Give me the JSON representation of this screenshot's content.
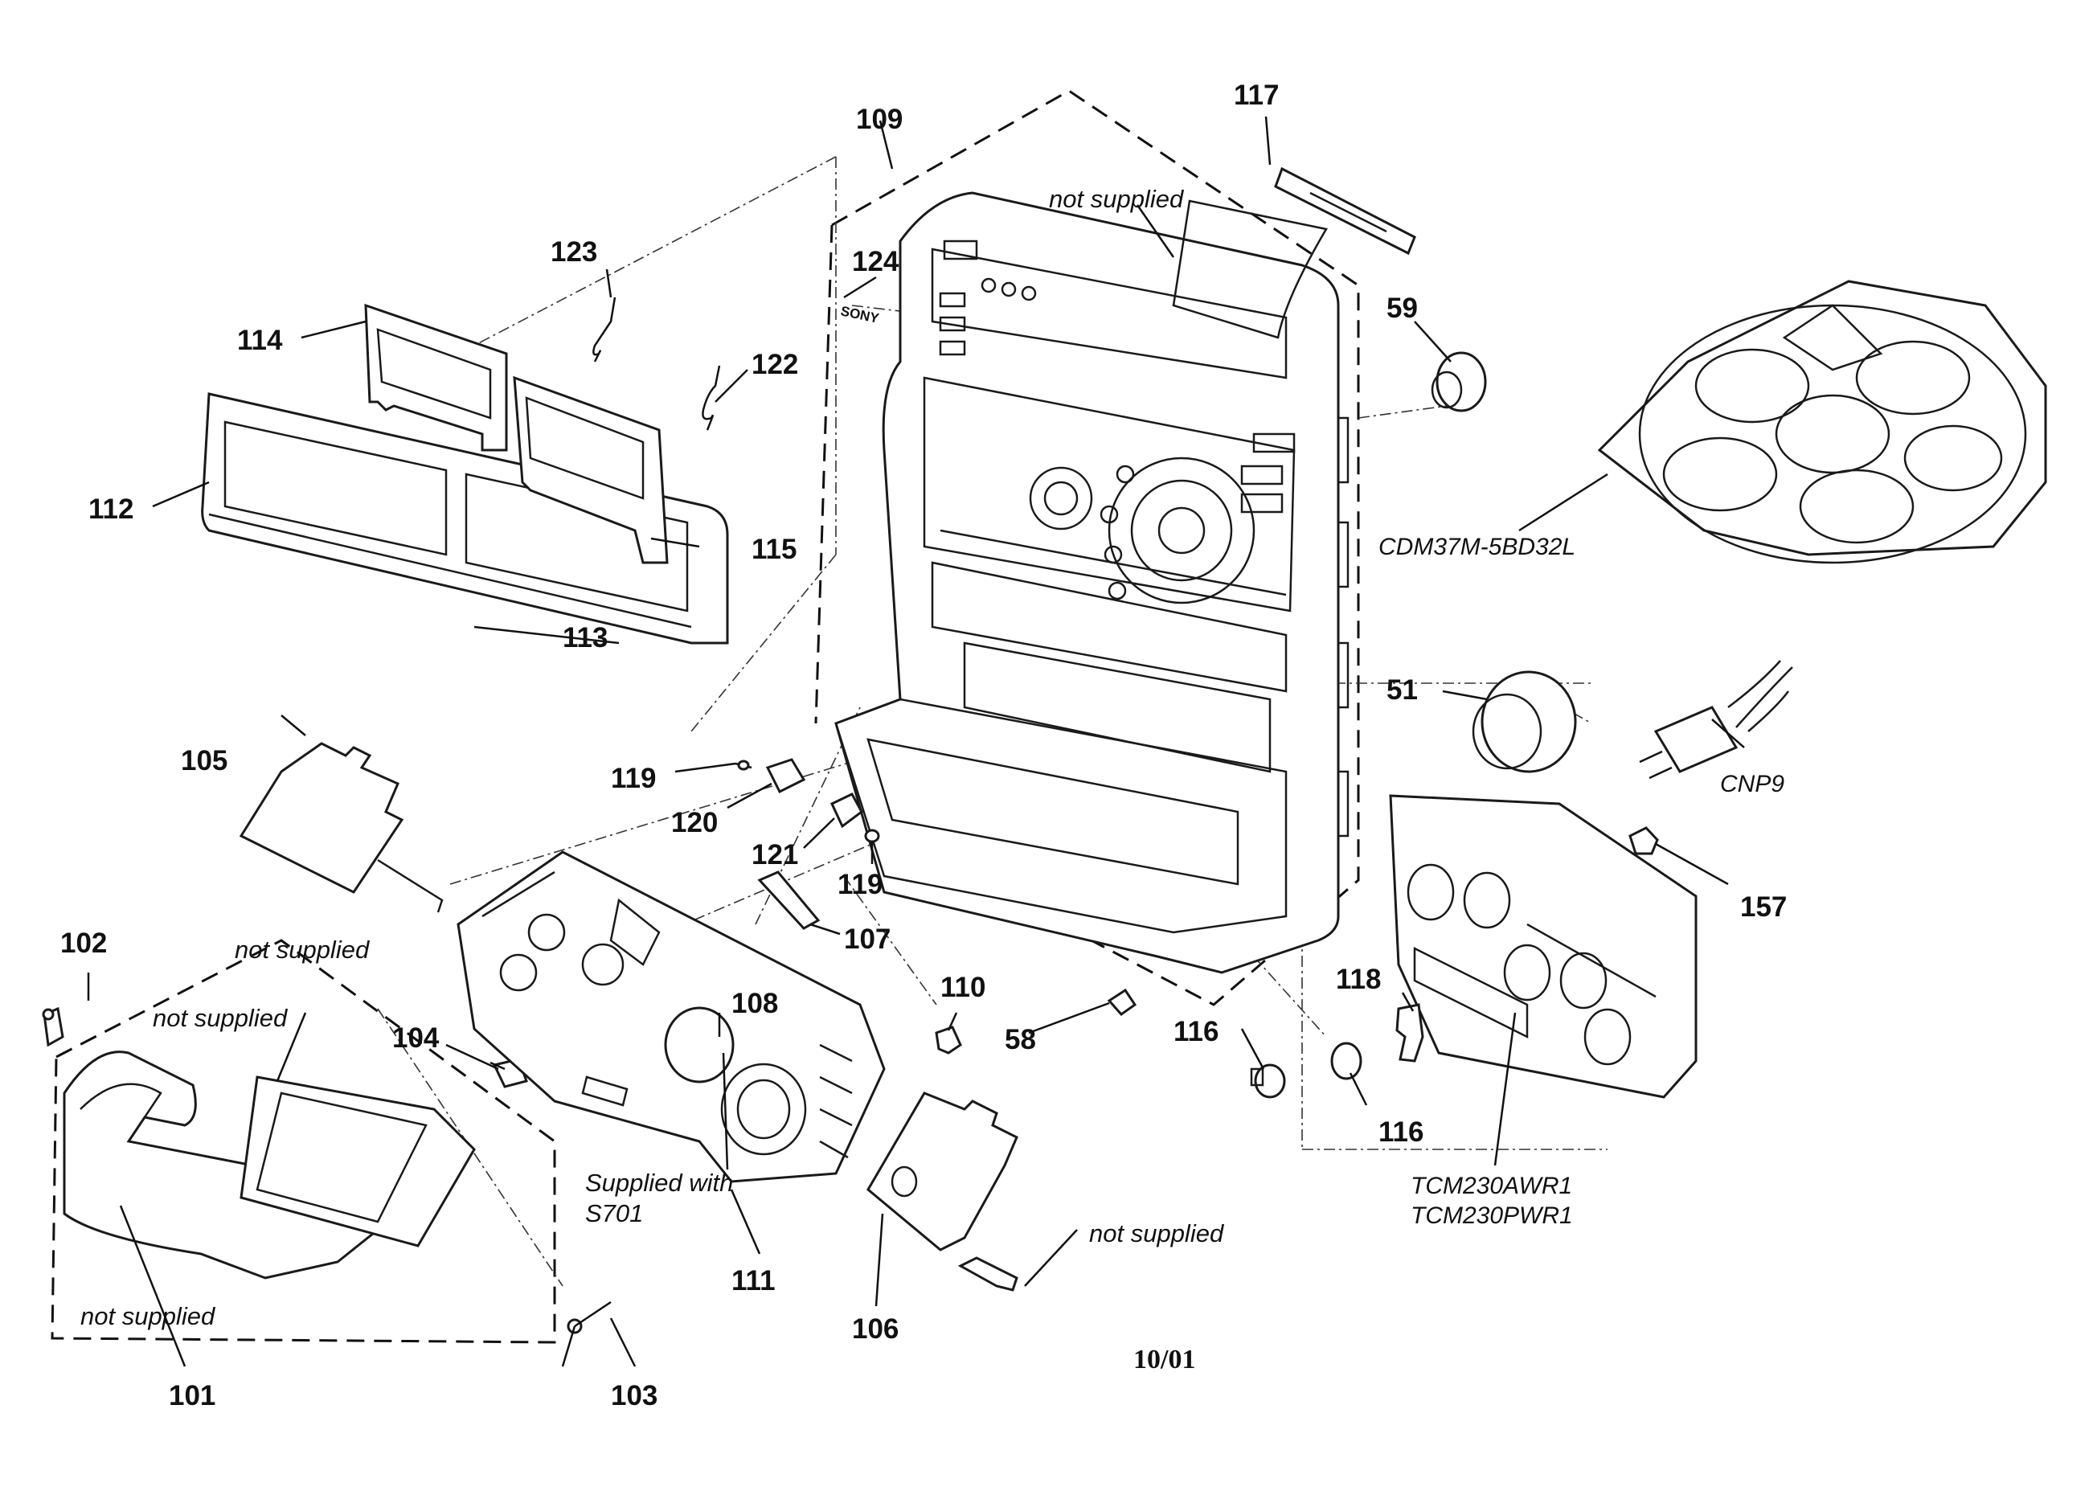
{
  "labels": {
    "l101": "101",
    "l102": "102",
    "l103": "103",
    "l104": "104",
    "l105": "105",
    "l106": "106",
    "l107": "107",
    "l108": "108",
    "l109": "109",
    "l110": "110",
    "l111": "111",
    "l112": "112",
    "l113": "113",
    "l114": "114",
    "l115": "115",
    "l116a": "116",
    "l116b": "116",
    "l117": "117",
    "l118": "118",
    "l119a": "119",
    "l119b": "119",
    "l120": "120",
    "l121": "121",
    "l122": "122",
    "l123": "123",
    "l124": "124",
    "l157": "157",
    "l51": "51",
    "l58": "58",
    "l59": "59"
  },
  "notes": {
    "ns_top": "not supplied",
    "ns_mid": "not supplied",
    "ns_left": "not supplied",
    "ns_bottom": "not supplied",
    "ns_right": "not supplied",
    "supplied_with_1": "Supplied with",
    "supplied_with_2": "S701"
  },
  "models": {
    "cd_mech": "CDM37M-5BD32L",
    "plug": "CNP9",
    "tape_1": "TCM230AWR1",
    "tape_2": "TCM230PWR1"
  },
  "brand": "SONY",
  "date_code": "10/01"
}
